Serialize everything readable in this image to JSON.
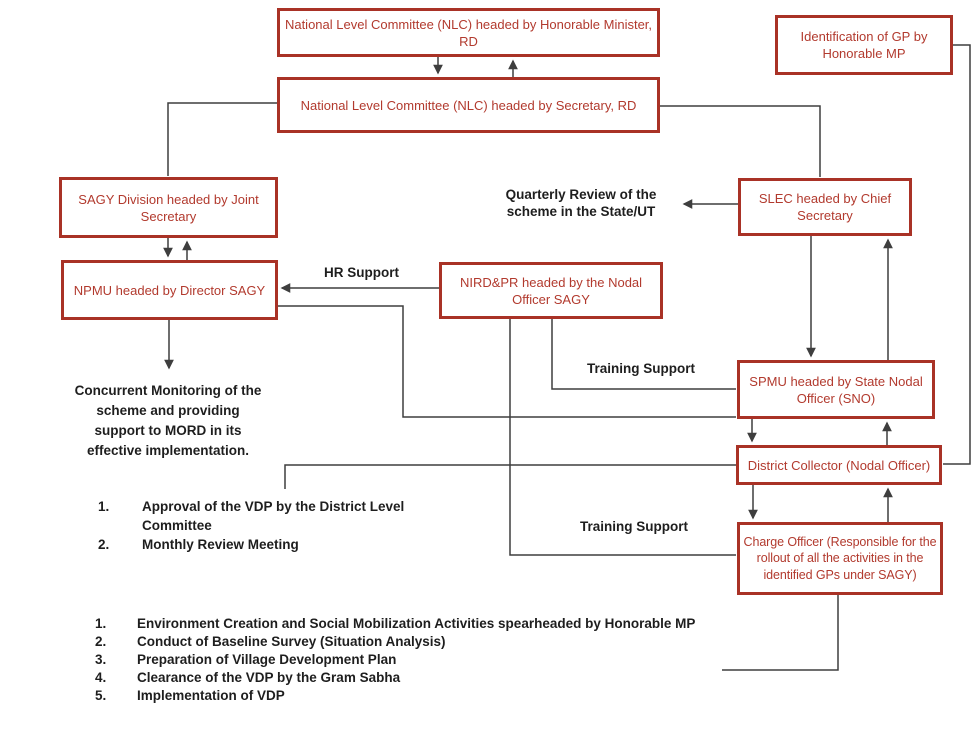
{
  "diagram": {
    "boxes": {
      "nlc_minister": {
        "label": "National Level Committee (NLC) headed by Honorable Minister, RD"
      },
      "identification": {
        "label": "Identification of GP by Honorable MP"
      },
      "nlc_secretary": {
        "label": "National Level Committee (NLC) headed by Secretary, RD"
      },
      "sagy_division": {
        "label": "SAGY Division headed by Joint Secretary"
      },
      "npmu": {
        "label": "NPMU headed by Director SAGY"
      },
      "slec": {
        "label": "SLEC headed by Chief Secretary"
      },
      "nirdpr": {
        "label": "NIRD&PR headed by the Nodal Officer SAGY"
      },
      "spmu": {
        "label": "SPMU headed by State Nodal Officer (SNO)"
      },
      "district_collector": {
        "label": "District Collector (Nodal Officer)"
      },
      "charge_officer": {
        "label": "Charge Officer (Responsible for the rollout of all the activities in the identified GPs under SAGY)"
      }
    },
    "annotations": {
      "quarterly_review": "Quarterly Review of the\nscheme in the State/UT",
      "hr_support": "HR Support",
      "training_support_spmu": "Training Support",
      "training_support_charge": "Training Support",
      "concurrent_monitoring": "Concurrent Monitoring of the\nscheme and providing\nsupport to MORD in its\neffective implementation."
    },
    "lists": {
      "district_level": {
        "items": [
          {
            "num": "1.",
            "text": "Approval of the VDP by the District Level Committee"
          },
          {
            "num": "2.",
            "text": "Monthly Review Meeting"
          }
        ]
      },
      "gp_activities": {
        "items": [
          {
            "num": "1.",
            "text": "Environment Creation and Social Mobilization Activities spearheaded by Honorable MP"
          },
          {
            "num": "2.",
            "text": "Conduct of Baseline Survey (Situation Analysis)"
          },
          {
            "num": "3.",
            "text": "Preparation of Village Development Plan"
          },
          {
            "num": "4.",
            "text": "Clearance of the VDP by the Gram Sabha"
          },
          {
            "num": "5.",
            "text": "Implementation of VDP"
          }
        ]
      }
    },
    "colors": {
      "box_border": "#A93226",
      "box_text": "#B23A2E",
      "connector_line": "#3E3E3E",
      "label_text": "#1E1E1E",
      "background": "#FFFFFF"
    }
  }
}
